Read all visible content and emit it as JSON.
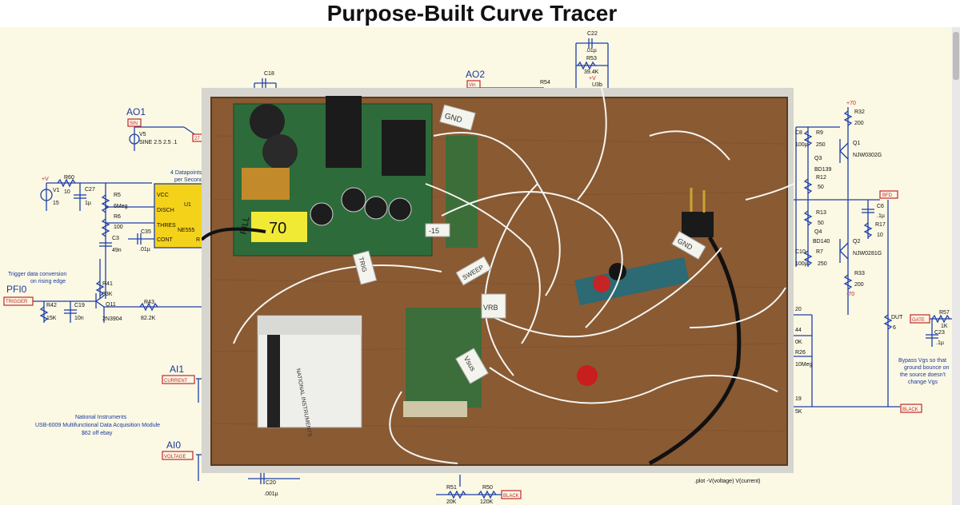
{
  "title": "Purpose-Built Curve Tracer",
  "left": {
    "ao1": "AO1",
    "sin_tag": "SIN",
    "v5": "V5",
    "v5_desc": "SINE 2.5 2.5 .1",
    "tag27": "27",
    "datapoints_note_1": "4 Datapoints",
    "datapoints_note_2": "per Second",
    "plus_v": "+V",
    "v1": "V1",
    "v1_val": "15",
    "r60": "R60",
    "r60_val": "10",
    "c27": "C27",
    "c27_val": "1µ",
    "r5": "R5",
    "r5_val": "6Meg",
    "r6": "R6",
    "r6_val": "100",
    "c3": "C3",
    "c3_val": "49n",
    "c35": "C35",
    "c35_val": ".01µ",
    "u1": "U1",
    "ne555": "NE555",
    "pin_vcc": "VCC",
    "pin_disch": "DISCH",
    "pin_thres": "THRES",
    "pin_cont": "CONT",
    "pin_r": "R",
    "trig_note_1": "Trigger data conversion",
    "trig_note_2": "on rising edge",
    "pfi0": "PFI0",
    "trigger_tag": "TRIGGER",
    "r42": "R42",
    "r42_val": "15K",
    "c19": "C19",
    "c19_val": "10n",
    "r41": "R41",
    "r41_val": "33K",
    "q11": "Q11",
    "q11_part": "2N3904",
    "r43": "R43",
    "r43_val": "82.2K",
    "ai1": "AI1",
    "current_tag": "CURRENT",
    "ni_1": "National Instruments",
    "ni_2": "USB-6009 Multifunctional Data Acquisition Module",
    "ni_3": "$62 off ebay",
    "ai0": "AI0",
    "voltage_tag": "VOLTAGE"
  },
  "top": {
    "c18": "C18",
    "ao2": "AO2",
    "vin_tag": "Vin",
    "r54": "R54",
    "c22": "C22",
    "c22_val": ".01µ",
    "r53": "R53",
    "r53_val": "39.4K",
    "plus_v": "+V",
    "u3b": "U3b"
  },
  "right": {
    "plus70": "+70",
    "r32": "R32",
    "r32_val": "200",
    "c8": "C8",
    "c8_val": "100µ",
    "r9": "R9",
    "r9_val": "250",
    "q1": "Q1",
    "q1_part": "NJW0302G",
    "q3": "Q3",
    "q3_part": "BD139",
    "r12": "R12",
    "r12_val": "50",
    "vmid_tag": "BFD",
    "c6": "C6",
    "c6_val": ".1µ",
    "r17": "R17",
    "r17_val": "10",
    "r13": "R13",
    "r13_val": "50",
    "q4": "Q4",
    "q4_part": "BD140",
    "c10": "C10",
    "c10_val": "100µ",
    "r7": "R7",
    "r7_val": "250",
    "q2": "Q2",
    "q2_part": "NJW0281G",
    "r33": "R33",
    "r33_val": "200",
    "minus70": "-70",
    "dut": "DUT",
    "dut_val": "6",
    "gate_tag": "GATE",
    "r57": "R57",
    "r57_val": "1K",
    "c23": "C23",
    "c23_val": ".1µ",
    "bypass_1": "Bypass Vgs so that",
    "bypass_2": "ground bounce on",
    "bypass_3": "the source doesn't",
    "bypass_4": "change Vgs",
    "r20": "20",
    "r44": "44",
    "r0k": "0K",
    "r26": "R26",
    "r26_val": "10Meg",
    "r19": "19",
    "r5k": "5K",
    "black_tag": "BLACK"
  },
  "bottom": {
    "c20": "C20",
    "c20_val": ".001µ",
    "r51": "R51",
    "r51_val": "20K",
    "r50": "R50",
    "r50_val": "120K",
    "black_tag": "BLACK",
    "plot_cmd": ".plot -V(voltage) V(current)"
  },
  "photo": {
    "label_70": "70",
    "label_pill": "PILL",
    "label_gnd1": "GND",
    "label_gnd2": "GND",
    "label_trig": "TRIG",
    "label_15": "-15",
    "label_sweep": "SWEEP",
    "label_vrb": "VRB",
    "label_vsus": "Vsus",
    "label_ni": "NATIONAL INSTRUMENTS"
  },
  "colors": {
    "sheet": "#fbf8e4",
    "wire": "#1f3fa8",
    "tag_border": "#c0282c",
    "ic_fill": "#f5d21a",
    "board": "#8a5a33"
  }
}
